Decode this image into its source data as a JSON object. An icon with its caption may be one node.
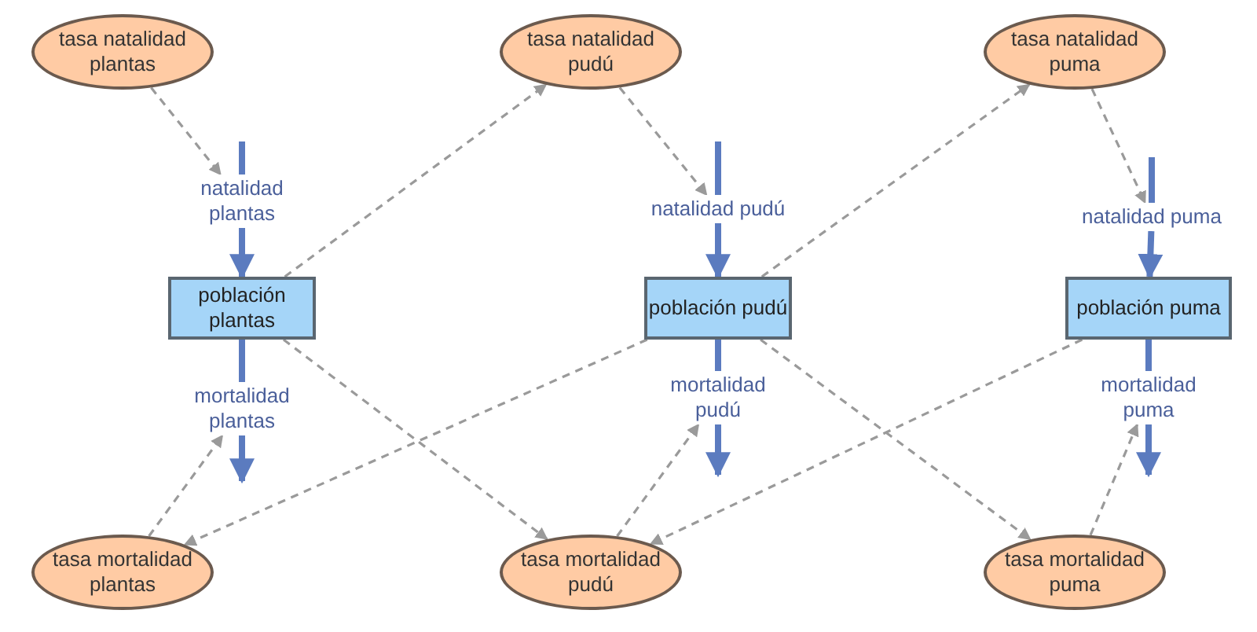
{
  "diagram": {
    "nodes": [
      {
        "text": [
          "tasa natalidad plantas"
        ]
      },
      {
        "text": [
          "tasa natalidad pudú"
        ]
      },
      {
        "text": [
          "tasa natalidad puma"
        ]
      },
      {
        "text": [
          "natalidad plantas"
        ]
      },
      {
        "text": [
          "natalidad pudú"
        ]
      },
      {
        "text": [
          "natalidad puma"
        ]
      },
      {
        "text": [
          "población plantas"
        ]
      },
      {
        "text": [
          "población pudú"
        ]
      },
      {
        "text": [
          "población puma"
        ]
      },
      {
        "text": [
          "mortalidad plantas"
        ]
      },
      {
        "text": [
          "mortalidad pudú"
        ]
      },
      {
        "text": [
          "mortalidad puma"
        ]
      },
      {
        "text": [
          "tasa mortalidad plantas"
        ]
      },
      {
        "text": [
          "tasa mortalidad pudú"
        ]
      },
      {
        "text": [
          "tasa mortalidad puma"
        ]
      }
    ],
    "edges": [
      {
        "from": 0,
        "to": 3,
        "arrow": "to",
        "style": "dashed",
        "color": "#9a9a9a"
      },
      {
        "from": 6,
        "to": 1,
        "arrow": "to",
        "style": "dashed",
        "color": "#9a9a9a"
      },
      {
        "from": 1,
        "to": 4,
        "arrow": "to",
        "style": "dashed",
        "color": "#9a9a9a"
      },
      {
        "from": 7,
        "to": 2,
        "arrow": "to",
        "style": "dashed",
        "color": "#9a9a9a"
      },
      {
        "from": 2,
        "to": 5,
        "arrow": "to",
        "style": "dashed",
        "color": "#9a9a9a"
      },
      {
        "from": 12,
        "to": 9,
        "arrow": "to",
        "style": "dashed",
        "color": "#9a9a9a"
      },
      {
        "from": 7,
        "to": 12,
        "arrow": "to",
        "style": "dashed",
        "color": "#9a9a9a"
      },
      {
        "from": 6,
        "to": 13,
        "arrow": "to",
        "style": "dashed",
        "color": "#9a9a9a"
      },
      {
        "from": 13,
        "to": 10,
        "arrow": "to",
        "style": "dashed",
        "color": "#9a9a9a"
      },
      {
        "from": 8,
        "to": 13,
        "arrow": "to",
        "style": "dashed",
        "color": "#9a9a9a"
      },
      {
        "from": 7,
        "to": 14,
        "arrow": "to",
        "style": "dashed",
        "color": "#9a9a9a"
      },
      {
        "from": 14,
        "to": 11,
        "arrow": "to",
        "style": "dashed",
        "color": "#9a9a9a"
      },
      {
        "from": null,
        "to": 3,
        "arrow": "none",
        "style": "thick",
        "color": "#5b7bbf"
      },
      {
        "from": 3,
        "to": 6,
        "arrow": "to",
        "style": "thick",
        "color": "#5b7bbf"
      },
      {
        "from": null,
        "to": 4,
        "arrow": "none",
        "style": "thick",
        "color": "#5b7bbf"
      },
      {
        "from": 4,
        "to": 7,
        "arrow": "to",
        "style": "thick",
        "color": "#5b7bbf"
      },
      {
        "from": null,
        "to": 5,
        "arrow": "none",
        "style": "thick",
        "color": "#5b7bbf"
      },
      {
        "from": 5,
        "to": 8,
        "arrow": "to",
        "style": "thick",
        "color": "#5b7bbf"
      },
      {
        "from": 6,
        "to": 9,
        "arrow": "none",
        "style": "thick",
        "color": "#5b7bbf"
      },
      {
        "from": 9,
        "to": null,
        "arrow": "to",
        "style": "thick",
        "color": "#5b7bbf"
      },
      {
        "from": 7,
        "to": 10,
        "arrow": "none",
        "style": "thick",
        "color": "#5b7bbf"
      },
      {
        "from": 10,
        "to": null,
        "arrow": "to",
        "style": "thick",
        "color": "#5b7bbf"
      },
      {
        "from": 8,
        "to": 11,
        "arrow": "none",
        "style": "thick",
        "color": "#5b7bbf"
      },
      {
        "from": 11,
        "to": null,
        "arrow": "to",
        "style": "thick",
        "color": "#5b7bbf"
      }
    ]
  }
}
